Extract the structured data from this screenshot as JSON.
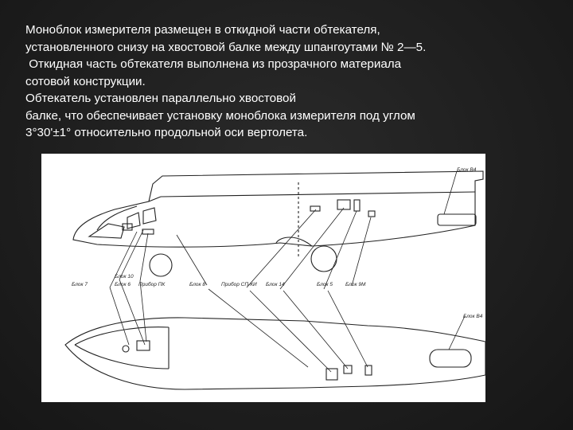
{
  "slide": {
    "paragraph_lines": [
      "Моноблок измерителя размещен в откидной части обтекателя,",
      "установленного снизу на хвостовой балке между шпангоутами № 2—5.",
      " Откидная часть обтекателя выполнена из прозрачного материала",
      "сотовой конструкции.",
      "Обтекатель установлен параллельно хвостовой",
      "балке, что обеспечивает установку моноблока измерителя под углом",
      "3°30'±1° относительно продольной оси вертолета."
    ]
  },
  "figure": {
    "labels": {
      "blok_v4_top": "Блок В4",
      "blok_v4_bottom": "Блок В4",
      "blok_7": "Блок 7",
      "blok_10": "Блок 10",
      "blok_6": "Блок 6",
      "pribor_pk": "Прибор ПК",
      "blok_8": "Блок 8",
      "pribor_sp": "Прибор СП-КИ",
      "blok_14": "Блок 14",
      "blok_5": "Блок 5",
      "blok_9": "Блок 9М"
    }
  }
}
